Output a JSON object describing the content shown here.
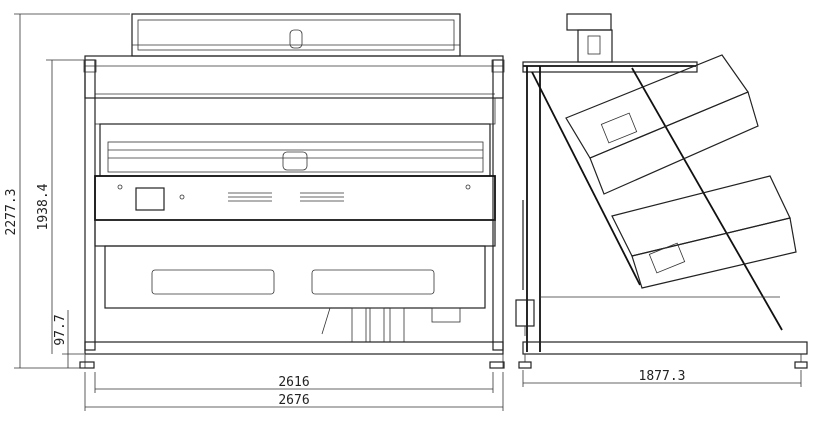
{
  "dimensions": {
    "front_total_height": "2277.3",
    "front_frame_height": "1938.4",
    "front_base_height": "97.7",
    "front_inner_width": "2616",
    "front_outer_width": "2676",
    "side_depth": "1877.3"
  },
  "colors": {
    "line": "#222222",
    "background": "#ffffff"
  }
}
